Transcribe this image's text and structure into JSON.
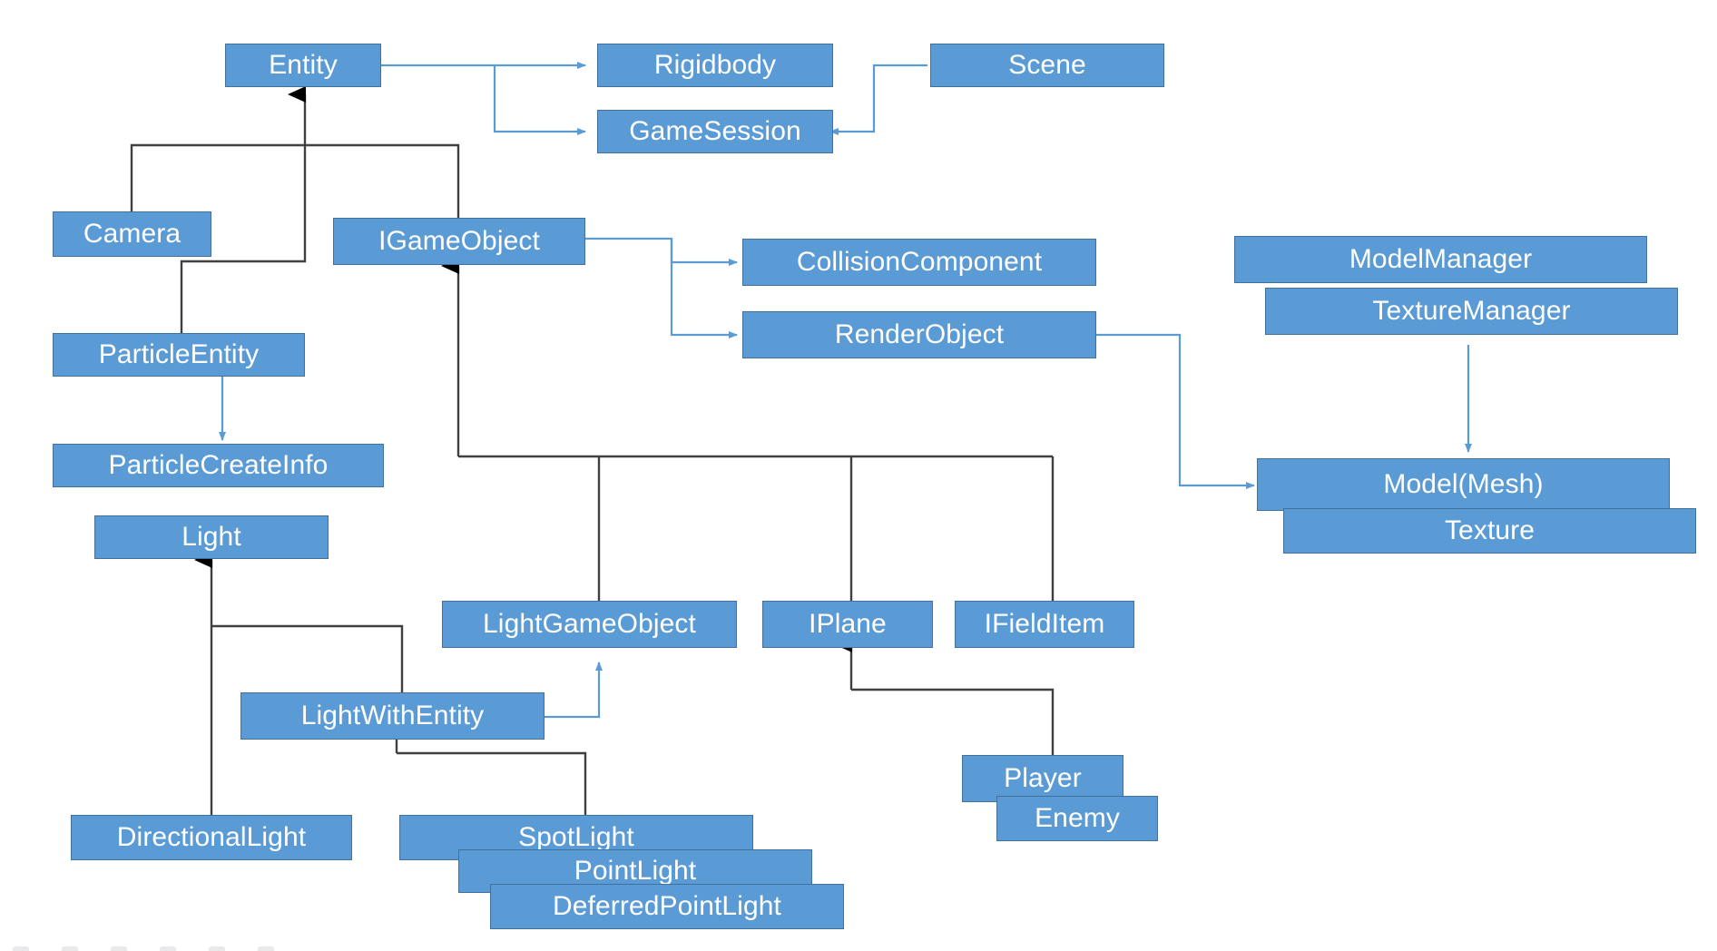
{
  "diagram": {
    "title": "Game Engine Class Diagram",
    "background": "#ffffff",
    "box_fill": "#5B9BD5",
    "box_stroke": "#41719C",
    "text_color": "#FFFFFF",
    "inherit_line_color": "#404040",
    "assoc_line_color": "#5B9BD5"
  },
  "nodes": {
    "entity": "Entity",
    "rigidbody": "Rigidbody",
    "gamesession": "GameSession",
    "scene": "Scene",
    "camera": "Camera",
    "igameobject": "IGameObject",
    "collisioncomponent": "CollisionComponent",
    "renderobject": "RenderObject",
    "modelmanager": "ModelManager",
    "texturemanager": "TextureManager",
    "particleentity": "ParticleEntity",
    "particlecreateinfo": "ParticleCreateInfo",
    "model_mesh": "Model(Mesh)",
    "texture": "Texture",
    "light": "Light",
    "lightgameobject": "LightGameObject",
    "iplane": "IPlane",
    "ifielditem": "IFieldItem",
    "lightwithentity": "LightWithEntity",
    "player": "Player",
    "enemy": "Enemy",
    "directionallight": "DirectionalLight",
    "spotlight": "SpotLight",
    "pointlight": "PointLight",
    "deferredpointlight": "DeferredPointLight"
  },
  "relations": [
    {
      "from": "Entity",
      "to": "Rigidbody",
      "kind": "association"
    },
    {
      "from": "Entity",
      "to": "GameSession",
      "kind": "association"
    },
    {
      "from": "Scene",
      "to": "GameSession",
      "kind": "association"
    },
    {
      "from": "Camera",
      "to": "Entity",
      "kind": "inheritance"
    },
    {
      "from": "ParticleEntity",
      "to": "Entity",
      "kind": "inheritance"
    },
    {
      "from": "IGameObject",
      "to": "Entity",
      "kind": "inheritance"
    },
    {
      "from": "IGameObject",
      "to": "CollisionComponent",
      "kind": "association"
    },
    {
      "from": "IGameObject",
      "to": "RenderObject",
      "kind": "association"
    },
    {
      "from": "ParticleEntity",
      "to": "ParticleCreateInfo",
      "kind": "association"
    },
    {
      "from": "RenderObject",
      "to": "Model(Mesh)",
      "kind": "association"
    },
    {
      "from": "TextureManager",
      "to": "Model(Mesh)",
      "kind": "association"
    },
    {
      "from": "LightGameObject",
      "to": "IGameObject",
      "kind": "inheritance"
    },
    {
      "from": "IPlane",
      "to": "IGameObject",
      "kind": "inheritance"
    },
    {
      "from": "IFieldItem",
      "to": "IGameObject",
      "kind": "inheritance"
    },
    {
      "from": "LightWithEntity",
      "to": "Light",
      "kind": "inheritance"
    },
    {
      "from": "LightWithEntity",
      "to": "LightGameObject",
      "kind": "association"
    },
    {
      "from": "DirectionalLight",
      "to": "Light",
      "kind": "inheritance"
    },
    {
      "from": "SpotLight",
      "to": "LightWithEntity",
      "kind": "inheritance"
    },
    {
      "from": "Player",
      "to": "IPlane",
      "kind": "inheritance"
    }
  ]
}
